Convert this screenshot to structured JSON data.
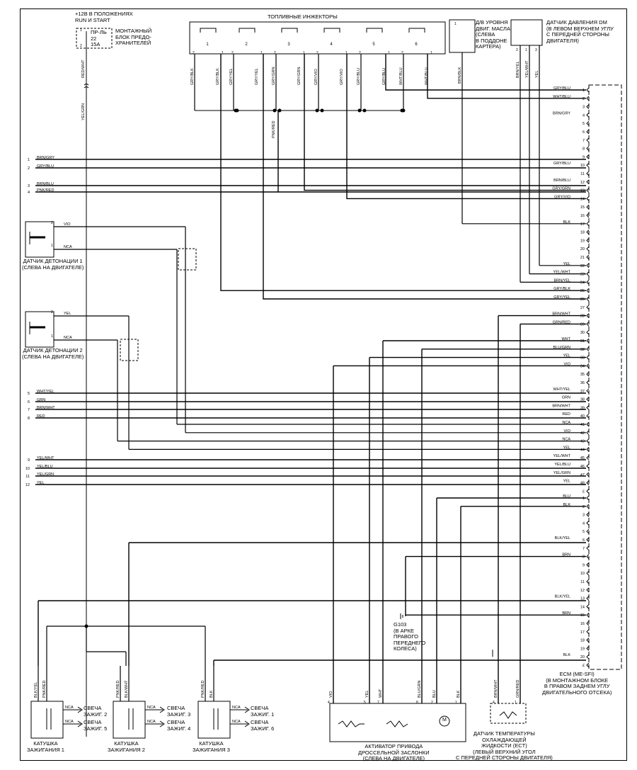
{
  "titles": {
    "power": "+12В В ПОЛОЖЕНИЯХ\nRUN И START",
    "fuse_block": "МОНТАЖНЫЙ\nБЛОК ПРЕДО-\nХРАНИТЕЛЕЙ",
    "fuse_id": "ПР-ЛЬ\n22\n15A",
    "injectors": "ТОПЛИВНЫЕ ИНЖЕКТОРЫ",
    "oil_sensor": "Д/В УРОВНЯ\nДВИГ. МАСЛА\n(СЛЕВА\nВ ПОДДОНЕ\nКАРТЕРА)",
    "pressure_sensor": "ДАТЧИК ДАВЛЕНИЯ DM\n(В ЛЕВОМ ВЕРХНЕМ УГЛУ\nС ПЕРЕДНЕЙ СТОРОНЫ\nДВИГАТЕЛЯ)",
    "knock1": "ДАТЧИК ДЕТОНАЦИИ 1\n(СЛЕВА НА ДВИГАТЕЛЕ)",
    "knock2": "ДАТЧИК ДЕТОНАЦИИ 2\n(СЛЕВА НА ДВИГАТЕЛЕ)",
    "g103": "G103\n(В АРКЕ\nПРАВОГО\nПЕРЕДНЕГО\nКОЛЕСА)",
    "ecm": "ECM (ME-SFI)\n(В МОНТАЖНОМ БЛОКЕ\nВ ПРАВОМ ЗАДНЕМ УГЛУ\nДВИГАТЕЛЬНОГО ОТСЕКА)",
    "coil1": "КАТУШКА\nЗАЖИГАНИЯ 1",
    "coil2": "КАТУШКА\nЗАЖИГАНИЯ 2",
    "coil3": "КАТУШКА\nЗАЖИГАНИЯ 3",
    "throttle": "АКТИВАТОР ПРИВОДА\nДРОССЕЛЬНОЙ ЗАСЛОНКИ\n(СЛЕВА НА ДВИГАТЕЛЕ)",
    "ect": "ДАТЧИК ТЕМПЕРАТУРЫ\nОХЛАЖДАЮЩЕЙ\nЖИДКОСТИ (ECT)\n(ЛЕВЫЙ ВЕРХНИЙ УГОЛ\nС ПЕРЕДНЕЙ СТОРОНЫ ДВИГАТЕЛЯ)",
    "motor": "M"
  },
  "plugs": [
    "СВЕЧА\nЗАЖИГ. 2",
    "СВЕЧА\nЗАЖИГ. 5",
    "СВЕЧА\nЗАЖИГ. 3",
    "СВЕЧА\nЗАЖИГ. 4",
    "СВЕЧА\nЗАЖИГ. 1",
    "СВЕЧА\nЗАЖИГ. 6"
  ],
  "wire_colors_top": {
    "fuse_out": "RED/WHT",
    "fuse_down": "YEL/GRN",
    "inj1": [
      "GRY/BLK",
      "GRY/BLK"
    ],
    "inj2": [
      "GRY/YEL",
      "GRY/YEL"
    ],
    "inj3": [
      "GRY/GRN",
      "GRY/GRN"
    ],
    "inj4": [
      "GRY/VIO",
      "GRY/VIO"
    ],
    "inj5": [
      "GRY/BLU",
      "GRY/BLU"
    ],
    "inj6": [
      "WHT/BLU",
      "WHT/BLU"
    ],
    "pnk": "PNK/RED",
    "oil": "BRN/BLK",
    "press": [
      "BRN/YEL",
      "YEL/WHT",
      "YEL"
    ]
  },
  "knock_wires": {
    "k1a": "VIO",
    "k1b": "NCA",
    "k2a": "YEL",
    "k2b": "NCA"
  },
  "left_lines": [
    {
      "n": "1",
      "c": "BRN/GRY"
    },
    {
      "n": "2",
      "c": "GRY/BLU"
    },
    {
      "n": "3",
      "c": "BRN/BLU"
    },
    {
      "n": "4",
      "c": "PNK/RED"
    },
    {
      "n": "5",
      "c": "WHT/YEL"
    },
    {
      "n": "6",
      "c": "GRN"
    },
    {
      "n": "7",
      "c": "BRN/WHT"
    },
    {
      "n": "8",
      "c": "RED"
    },
    {
      "n": "9",
      "c": "YEL/WHT"
    },
    {
      "n": "10",
      "c": "YEL/BLU"
    },
    {
      "n": "11",
      "c": "YEL/GRN"
    },
    {
      "n": "12",
      "c": "YEL"
    }
  ],
  "ecm_pins_a": [
    {
      "n": "1",
      "c": "GRY/BLU"
    },
    {
      "n": "2",
      "c": "WHT/BLU"
    },
    {
      "n": "3",
      "c": ""
    },
    {
      "n": "4",
      "c": "BRN/GRY"
    },
    {
      "n": "5",
      "c": ""
    },
    {
      "n": "6",
      "c": ""
    },
    {
      "n": "7",
      "c": ""
    },
    {
      "n": "8",
      "c": ""
    },
    {
      "n": "9",
      "c": ""
    },
    {
      "n": "10",
      "c": "GRY/BLU"
    },
    {
      "n": "11",
      "c": ""
    },
    {
      "n": "12",
      "c": "BRN/BLU"
    },
    {
      "n": "13",
      "c": "GRY/GRN"
    },
    {
      "n": "14",
      "c": "GRY/VIO"
    },
    {
      "n": "15",
      "c": ""
    },
    {
      "n": "16",
      "c": ""
    },
    {
      "n": "17",
      "c": "BLK"
    },
    {
      "n": "18",
      "c": ""
    },
    {
      "n": "19",
      "c": ""
    },
    {
      "n": "20",
      "c": ""
    },
    {
      "n": "21",
      "c": ""
    },
    {
      "n": "22",
      "c": "YEL"
    },
    {
      "n": "23",
      "c": "YEL/WHT"
    },
    {
      "n": "24",
      "c": "BRN/YEL"
    },
    {
      "n": "25",
      "c": "GRY/BLK"
    },
    {
      "n": "26",
      "c": "GRY/YEL"
    },
    {
      "n": "27",
      "c": ""
    },
    {
      "n": "28",
      "c": "BRN/WHT"
    },
    {
      "n": "29",
      "c": "GRN/RED"
    },
    {
      "n": "30",
      "c": ""
    },
    {
      "n": "31",
      "c": "WHT"
    },
    {
      "n": "32",
      "c": "BLU/GRN"
    },
    {
      "n": "33",
      "c": "YEL"
    },
    {
      "n": "34",
      "c": "VIO"
    },
    {
      "n": "35",
      "c": ""
    },
    {
      "n": "36",
      "c": ""
    },
    {
      "n": "37",
      "c": "WHT/YEL"
    },
    {
      "n": "38",
      "c": "GRN"
    },
    {
      "n": "39",
      "c": "BRN/WHT"
    },
    {
      "n": "40",
      "c": "RED"
    },
    {
      "n": "41",
      "c": "NCA"
    },
    {
      "n": "42",
      "c": "VIO"
    },
    {
      "n": "43",
      "c": "NCA"
    },
    {
      "n": "44",
      "c": "YEL"
    },
    {
      "n": "45",
      "c": "YEL/WHT"
    },
    {
      "n": "46",
      "c": "YEL/BLU"
    },
    {
      "n": "47",
      "c": "YEL/GRN"
    },
    {
      "n": "48",
      "c": "YEL"
    },
    {
      "n": "£",
      "c": ""
    }
  ],
  "ecm_pins_b": [
    {
      "n": "1",
      "c": "BLU"
    },
    {
      "n": "2",
      "c": "BLK"
    },
    {
      "n": "3",
      "c": ""
    },
    {
      "n": "4",
      "c": ""
    },
    {
      "n": "5",
      "c": ""
    },
    {
      "n": "6",
      "c": "BLK/YEL"
    },
    {
      "n": "7",
      "c": ""
    },
    {
      "n": "8",
      "c": "BRN"
    },
    {
      "n": "9",
      "c": ""
    },
    {
      "n": "10",
      "c": ""
    },
    {
      "n": "11",
      "c": ""
    },
    {
      "n": "12",
      "c": ""
    },
    {
      "n": "13",
      "c": "BLK/YEL"
    },
    {
      "n": "14",
      "c": ""
    },
    {
      "n": "15",
      "c": "BRN"
    },
    {
      "n": "16",
      "c": ""
    },
    {
      "n": "17",
      "c": ""
    },
    {
      "n": "18",
      "c": ""
    },
    {
      "n": "19",
      "c": ""
    },
    {
      "n": "20",
      "c": "BLK"
    },
    {
      "n": "£",
      "c": ""
    }
  ],
  "bottom_wires": {
    "coil1": [
      "BLK/YEL",
      "PNK/RED"
    ],
    "coil2": [
      "PNK/RED",
      "BLK/WHT"
    ],
    "coil3": [
      "PNK/RED",
      "BLK"
    ],
    "throttle": [
      {
        "n": "4",
        "c": "VIO"
      },
      {
        "n": "5",
        "c": "YEL"
      },
      {
        "n": "7",
        "c": "WHT"
      },
      {
        "n": "8",
        "c": "BLU/GRN"
      },
      {
        "n": "2",
        "c": "BLU"
      },
      {
        "n": "1",
        "c": "BLK"
      }
    ],
    "ect": [
      {
        "n": "4",
        "c": "BRN/WHT"
      },
      {
        "n": "1",
        "c": "GRN/RED"
      }
    ],
    "nca": "NCA"
  },
  "pins_small": {
    "fuse": [
      "1",
      "2"
    ],
    "knock": [
      "2",
      "1"
    ],
    "oil": "1",
    "press": [
      "2",
      "1",
      "3"
    ],
    "inj": [
      "1",
      "2"
    ]
  }
}
